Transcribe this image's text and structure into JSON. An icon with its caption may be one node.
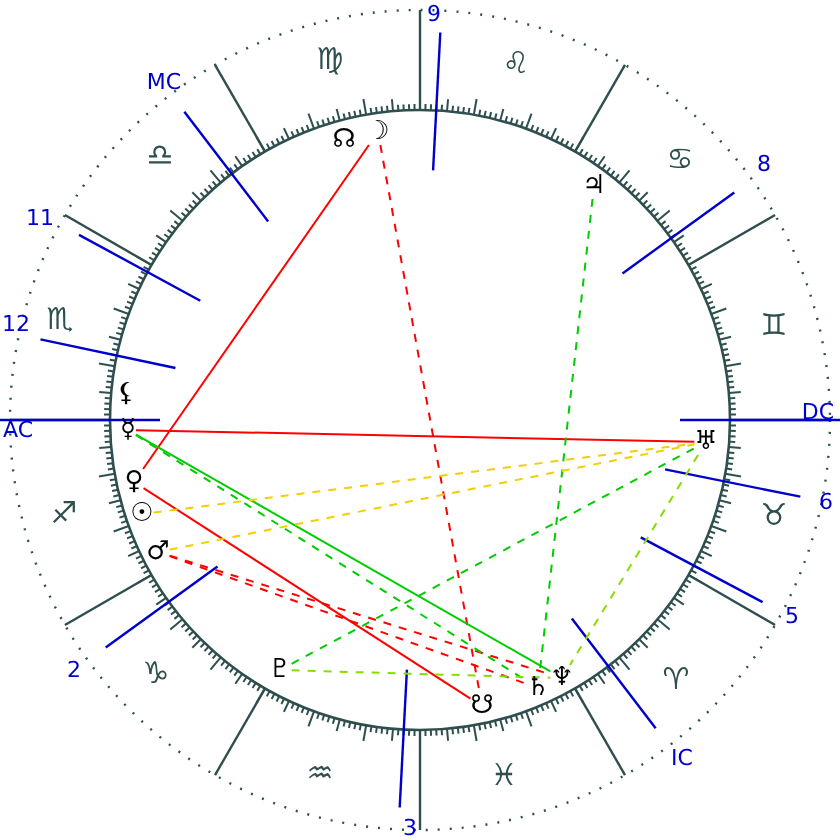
{
  "diagram": {
    "nodes": [
      {
        "text": [
          "☽"
        ]
      },
      {
        "text": [
          "♃"
        ]
      },
      {
        "text": [
          "♅"
        ]
      },
      {
        "text": [
          "♆"
        ]
      },
      {
        "text": [
          "♄"
        ]
      },
      {
        "text": [
          "☋"
        ]
      },
      {
        "text": [
          "♇"
        ]
      },
      {
        "text": [
          "♂"
        ]
      },
      {
        "text": [
          "☉"
        ]
      },
      {
        "text": [
          "♀"
        ]
      },
      {
        "text": [
          "☿"
        ]
      }
    ],
    "edges": [
      {
        "from": 0,
        "to": 9,
        "arrow": "none"
      },
      {
        "from": 0,
        "to": 5,
        "arrow": "none",
        "style": "dashed"
      },
      {
        "from": 10,
        "to": 2,
        "arrow": "none"
      },
      {
        "from": 9,
        "to": 5,
        "arrow": "none"
      },
      {
        "from": 7,
        "to": 4,
        "arrow": "none",
        "style": "dashed"
      },
      {
        "from": 7,
        "to": 3,
        "arrow": "none",
        "style": "dashed"
      },
      {
        "from": 10,
        "to": 3,
        "arrow": "none",
        "color": "#00cc00"
      },
      {
        "from": 10,
        "to": 4,
        "arrow": "none",
        "style": "dashed",
        "color": "#00cc00"
      },
      {
        "from": 1,
        "to": 4,
        "arrow": "none",
        "style": "dashed",
        "color": "#00cc00"
      },
      {
        "from": 2,
        "to": 3,
        "arrow": "none",
        "style": "dashed",
        "color": "#88dd00"
      },
      {
        "from": 6,
        "to": 2,
        "arrow": "none",
        "style": "dashed",
        "color": "#00cc00"
      },
      {
        "from": 6,
        "to": 3,
        "arrow": "none",
        "style": "dashed",
        "color": "#88dd00"
      },
      {
        "from": 7,
        "to": 2,
        "arrow": "none",
        "style": "dashed",
        "color": "#f0d000"
      },
      {
        "from": 8,
        "to": 2,
        "arrow": "none",
        "style": "dashed",
        "color": "#f0d000"
      }
    ],
    "labels": [
      "9",
      "♍",
      "♌",
      "MC",
      "☊",
      "♎",
      "♋",
      "8",
      "11",
      "12",
      "♏",
      "♊",
      "⚸",
      "DC",
      "AC",
      "6",
      "♐",
      "♉",
      "5",
      "2",
      "♑",
      "♈",
      "IC",
      "♒",
      "♓",
      "3"
    ]
  }
}
